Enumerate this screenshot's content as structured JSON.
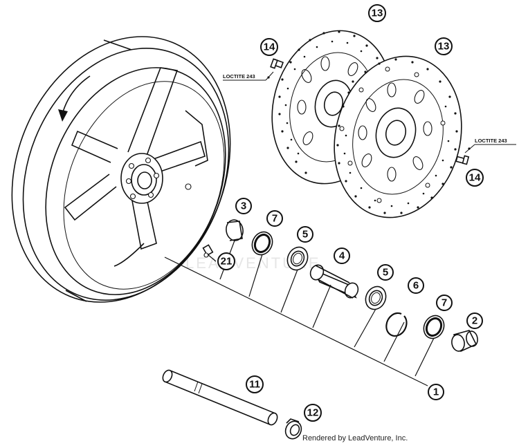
{
  "callouts": {
    "c1": "1",
    "c2": "2",
    "c3": "3",
    "c4": "4",
    "c5a": "5",
    "c5b": "5",
    "c6": "6",
    "c7a": "7",
    "c7b": "7",
    "c11": "11",
    "c12": "12",
    "c13a": "13",
    "c13b": "13",
    "c14a": "14",
    "c14b": "14",
    "c21": "21"
  },
  "annotations": {
    "loctite_upper": "LOCTITE 243",
    "loctite_lower": "LOCTITE 243"
  },
  "watermark": "LEADVENTURE",
  "footer": "Rendered by LeadVenture, Inc.",
  "colors": {
    "line": "#111111",
    "background": "#ffffff",
    "watermark": "#e6e6e6"
  }
}
